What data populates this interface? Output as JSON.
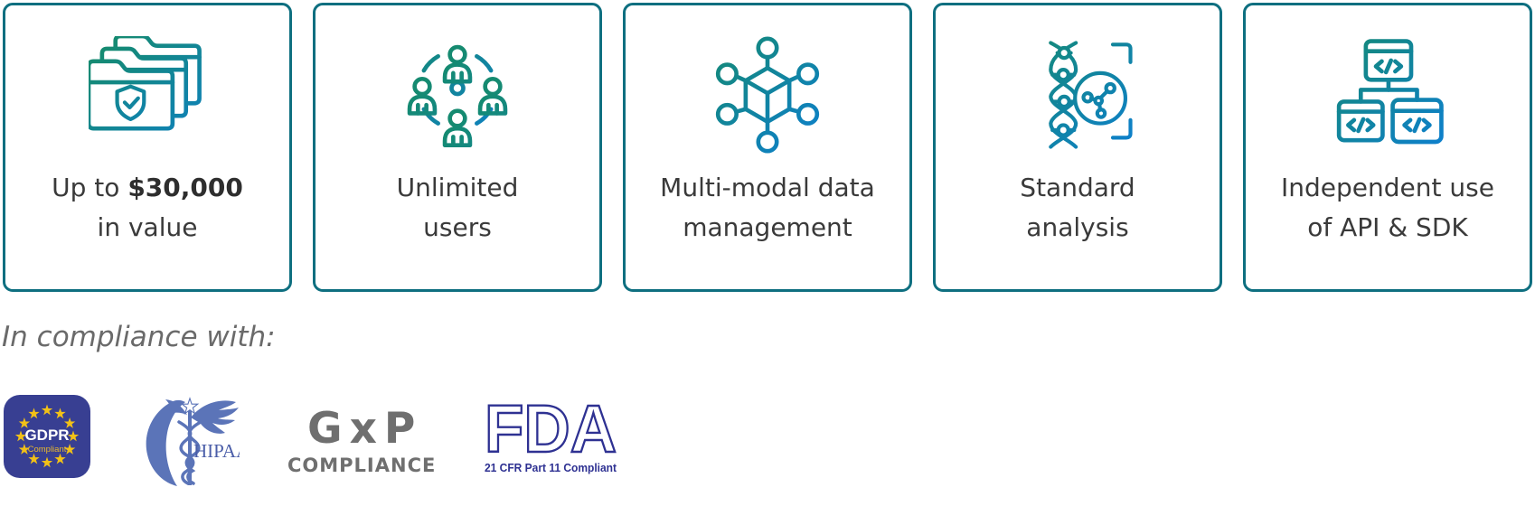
{
  "colors": {
    "card_border": "#0e6f80",
    "icon_gradient_start": "#158a70",
    "icon_gradient_end": "#0d7fd2",
    "card_text": "#3a3a3a",
    "compliance_heading_text": "#6a6a6a",
    "gdpr_badge_bg": "#383f92",
    "gdpr_star_yellow": "#f2c117",
    "hipaa_blue": "#5b74b8",
    "gxp_gray": "#6f6f6f",
    "fda_navy": "#2e3192"
  },
  "cards": [
    {
      "icon": "folders-shield-icon",
      "line1_prefix": "Up to ",
      "line1_bold": "$30,000",
      "line2": "in value"
    },
    {
      "icon": "users-circle-icon",
      "line1": "Unlimited",
      "line2": "users"
    },
    {
      "icon": "cube-network-icon",
      "line1": "Multi-modal data",
      "line2": "management"
    },
    {
      "icon": "dna-analysis-icon",
      "line1": "Standard",
      "line2": "analysis"
    },
    {
      "icon": "code-windows-icon",
      "line1": "Independent use",
      "line2": "of API & SDK"
    }
  ],
  "compliance": {
    "heading": "In compliance with:",
    "logos": {
      "gdpr": {
        "title": "GDPR",
        "subtitle": "Compliant"
      },
      "hipaa": {
        "label": "HIPAA"
      },
      "gxp": {
        "title": "GxP",
        "subtitle": "COMPLIANCE"
      },
      "fda": {
        "title": "FDA",
        "subtitle": "21 CFR Part 11 Compliant"
      }
    }
  }
}
